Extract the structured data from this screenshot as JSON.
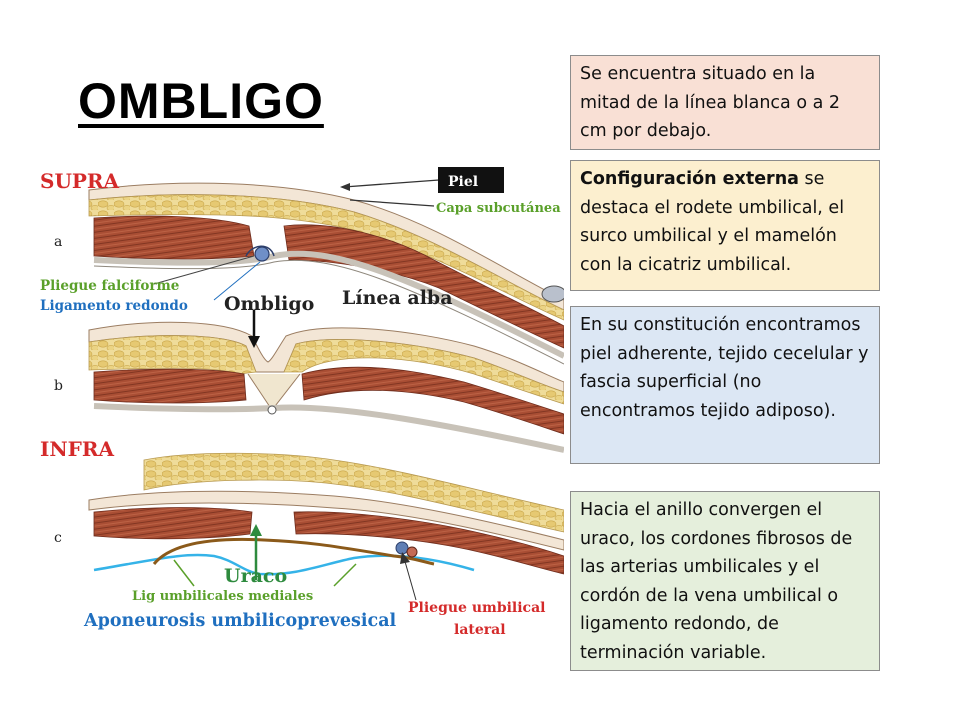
{
  "title": "OMBLIGO",
  "colors": {
    "box1_bg": "#f9e0d5",
    "box2_bg": "#fcefcf",
    "box3_bg": "#dce7f4",
    "box4_bg": "#e5efdc",
    "label_red": "#d42a2a",
    "label_green": "#5aa02a",
    "label_blue": "#1f6fbf",
    "muscle": "#a94e34",
    "fat": "#ead48c"
  },
  "figure": {
    "label_supra": "SUPRA",
    "label_infra": "INFRA",
    "label_a": "a",
    "label_b": "b",
    "label_c": "c",
    "label_piel": "Piel",
    "label_capa": "Capa subcutánea",
    "label_pliegue_falciforme": "Pliegue falciforme",
    "label_ligamento_redondo": "Ligamento redondo",
    "label_ombligo": "Ombligo",
    "label_linea_alba": "Línea alba",
    "label_uraco": "Uraco",
    "label_lig_umbilicales": "Lig umbilicales mediales",
    "label_aponeurosis": "Aponeurosis umbilicoprevesical",
    "label_pliegue_umbilical": "Pliegue umbilical",
    "label_lateral": "lateral"
  },
  "boxes": {
    "box1": "Se encuentra situado en la mitad de la línea blanca o a 2 cm por debajo.",
    "box2_bold": "Configuración externa",
    "box2_rest": " se destaca el rodete umbilical, el surco umbilical y el mamelón con la cicatriz umbilical.",
    "box3": "En su constitución encontramos piel adherente, tejido cecelular y fascia superficial (no encontramos tejido adiposo).",
    "box4": "Hacia el anillo convergen el uraco, los cordones fibrosos de las arterias umbilicales y el cordón de la vena umbilical o ligamento redondo, de terminación variable."
  }
}
